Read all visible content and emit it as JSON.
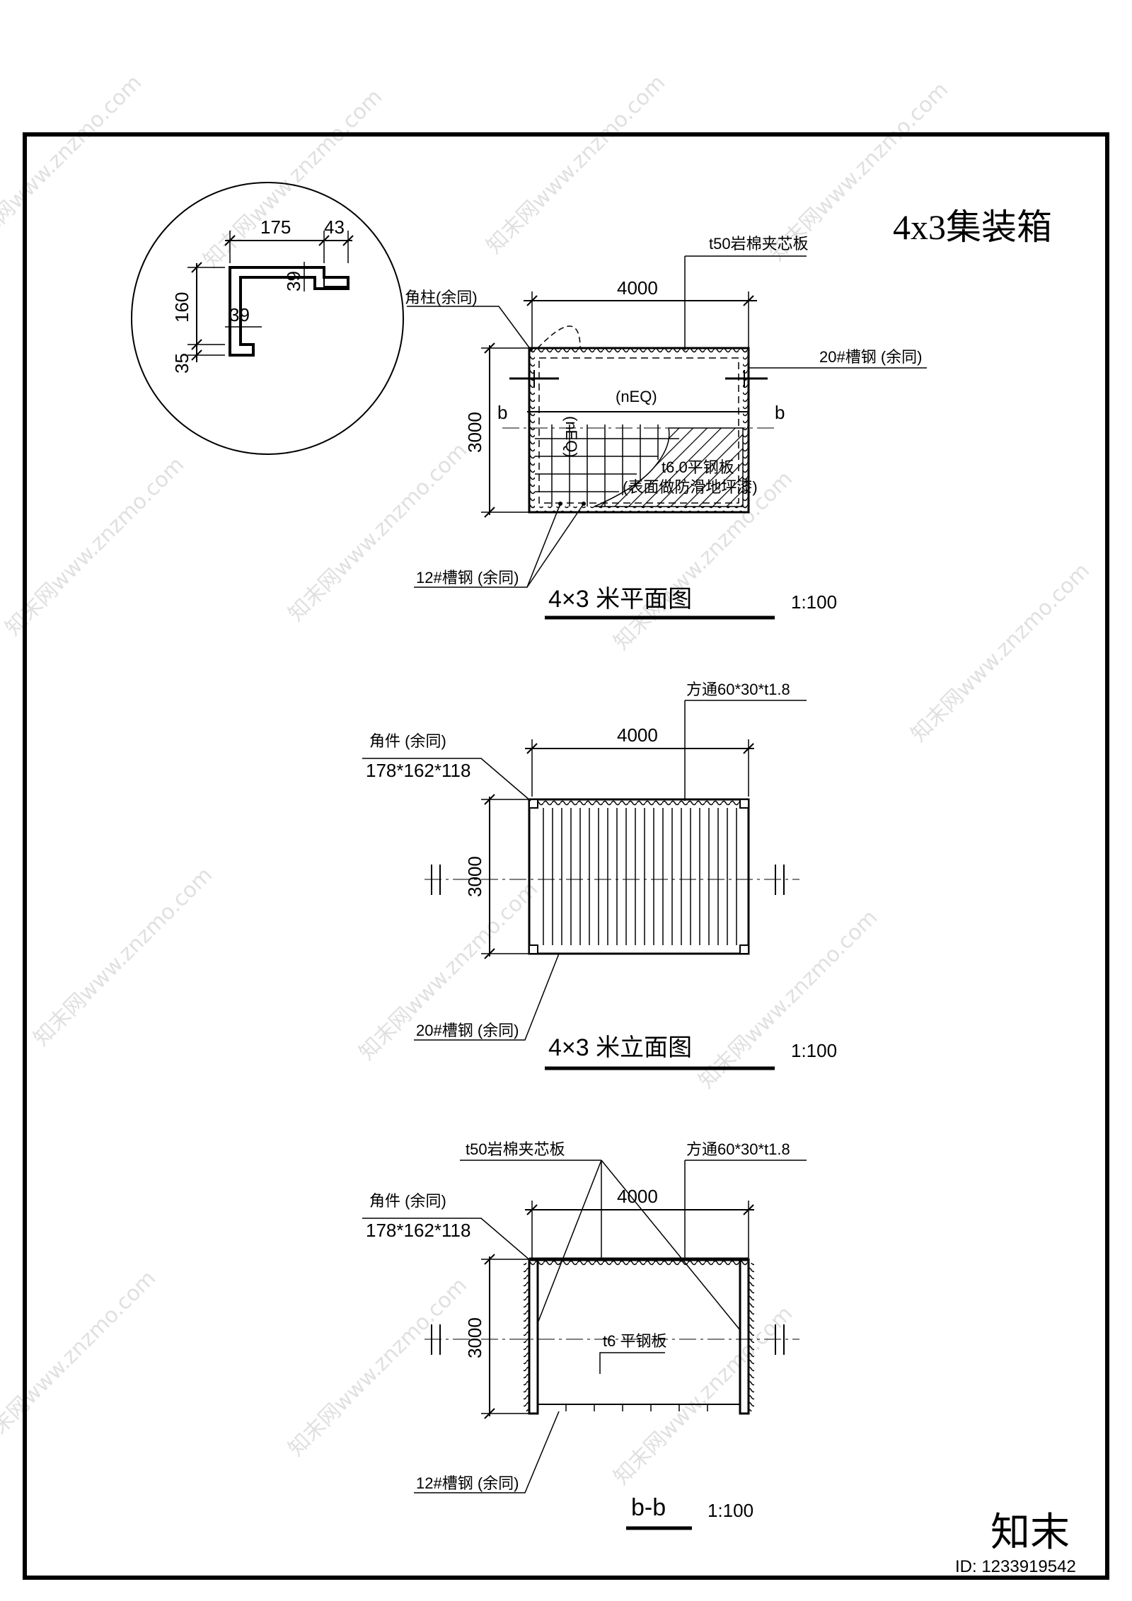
{
  "sheet_title": "4x3集装箱",
  "detail": {
    "dims": {
      "top_a": "175",
      "top_b": "43",
      "left_a": "160",
      "left_b": "35",
      "inner_a": "39",
      "inner_b": "39"
    }
  },
  "plan": {
    "label_panel": "t50岩棉夹芯板",
    "label_corner": "角柱(余同)",
    "label_channel20": "20#槽钢 (余同)",
    "label_channel12": "12#槽钢 (余同)",
    "label_plate_1": "t6.0平钢板",
    "label_plate_2": "(表面做防滑地坪漆)",
    "dim_width": "4000",
    "dim_height": "3000",
    "neq_h": "(nEQ)",
    "neq_v": "(nEQ)",
    "section_left": "b",
    "section_right": "b",
    "title": "4×3 米平面图",
    "scale": "1:100"
  },
  "elevation": {
    "label_tube": "方通60*30*t1.8",
    "label_corner": "角件 (余同)",
    "label_corner_size": "178*162*118",
    "label_channel20": "20#槽钢 (余同)",
    "dim_width": "4000",
    "dim_height": "3000",
    "title": "4×3 米立面图",
    "scale": "1:100"
  },
  "section": {
    "label_panel": "t50岩棉夹芯板",
    "label_tube": "方通60*30*t1.8",
    "label_corner": "角件 (余同)",
    "label_corner_size": "178*162*118",
    "label_plate": "t6 平钢板",
    "label_channel12": "12#槽钢 (余同)",
    "dim_width": "4000",
    "dim_height": "3000",
    "title": "b-b",
    "scale": "1:100"
  },
  "watermark": {
    "text": "知末网www.znzmo.com",
    "brand": "知末",
    "id": "ID: 1233919542"
  }
}
